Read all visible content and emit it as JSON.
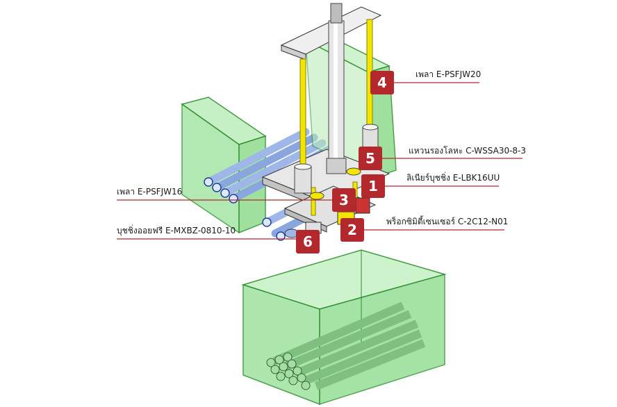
{
  "colors": {
    "badge": "#b3282d",
    "leader": "#b3282d",
    "green_fill": "#8fe08f",
    "green_stroke": "#2f8f2f",
    "yellow": "#f2e600",
    "roller_blue": "#9fb7e8",
    "steel": "#d9d9d9"
  },
  "callouts": [
    {
      "number": "4",
      "label": "เพลา E-PSFJW20"
    },
    {
      "number": "5",
      "label": "แหวนรองโลหะ C-WSSA30-8-3"
    },
    {
      "number": "1",
      "label": "ลิเนียร์บุชชิ่ง E-LBK16UU"
    },
    {
      "number": "3",
      "label": "เพลา E-PSFJW16"
    },
    {
      "number": "2",
      "label": "พร็อกซิมิตี้เซนเซอร์ C-2C12-N01"
    },
    {
      "number": "6",
      "label": "บุชชิ่งออยฟรี E-MXBZ-0810-10"
    }
  ]
}
